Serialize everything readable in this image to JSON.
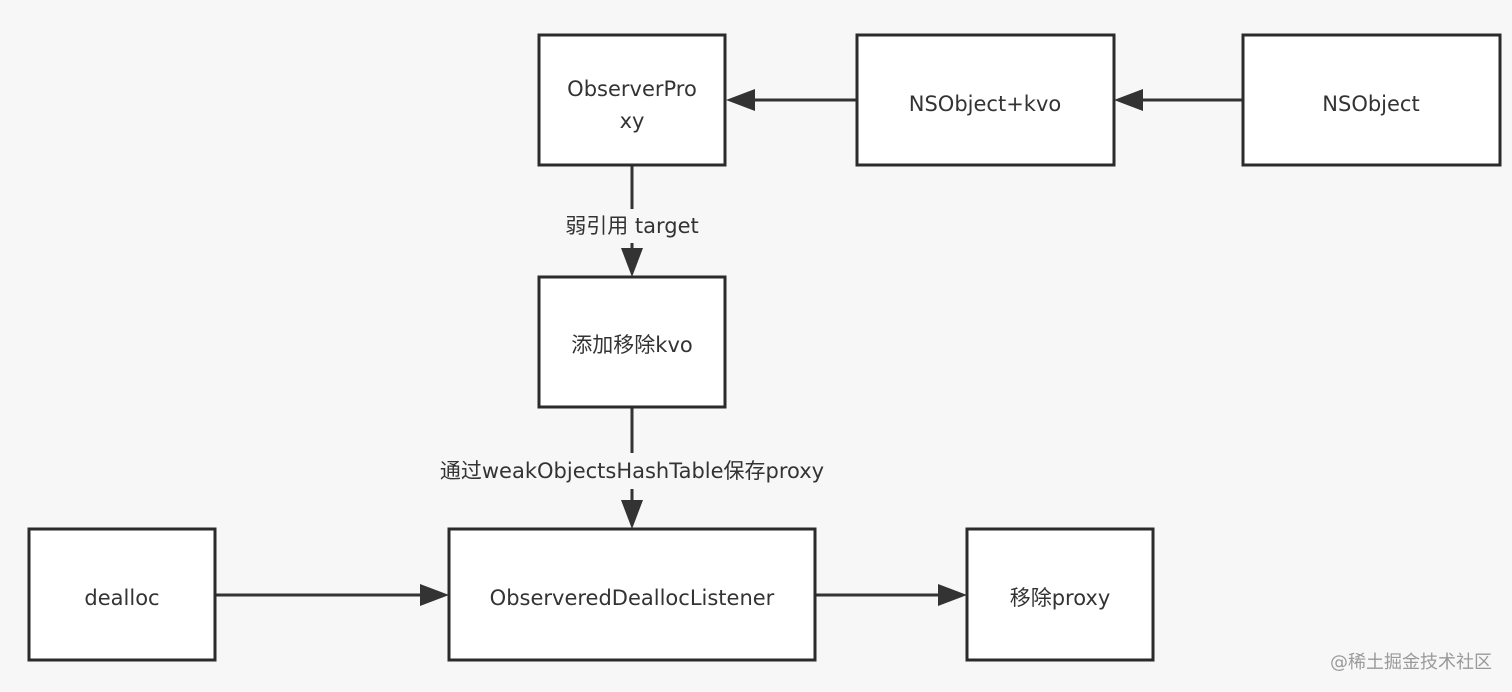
{
  "nodes": {
    "observer_proxy": {
      "lines": [
        "ObserverPro",
        "xy"
      ]
    },
    "nsobject_kvo": {
      "label": "NSObject+kvo"
    },
    "nsobject": {
      "label": "NSObject"
    },
    "add_remove_kvo": {
      "label": "添加移除kvo"
    },
    "dealloc": {
      "label": "dealloc"
    },
    "observered_dealloc_listener": {
      "label": "ObserveredDeallocListener"
    },
    "remove_proxy": {
      "label": "移除proxy"
    }
  },
  "edges": {
    "weak_ref_label": "弱引用 target",
    "hash_table_label": "通过weakObjectsHashTable保存proxy"
  },
  "watermark": "@稀土掘金技术社区"
}
